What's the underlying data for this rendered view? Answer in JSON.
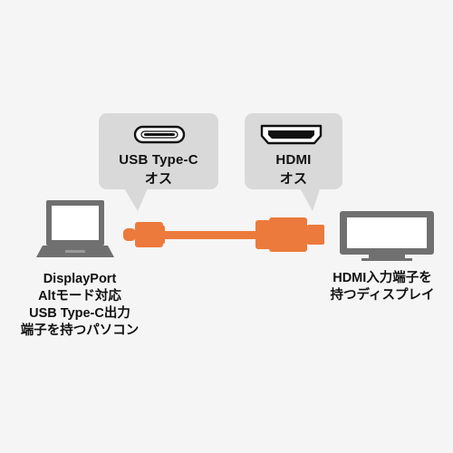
{
  "connectors": {
    "left": {
      "name": "USB Type-C",
      "gender": "オス",
      "icon": "usb-type-c-port-icon"
    },
    "right": {
      "name": "HDMI",
      "gender": "オス",
      "icon": "hdmi-port-icon"
    }
  },
  "devices": {
    "source": {
      "icon": "laptop-icon",
      "lines": [
        "DisplayPort",
        "Altモード対応",
        "USB Type-C出力",
        "端子を持つパソコン"
      ]
    },
    "sink": {
      "icon": "monitor-icon",
      "lines": [
        "HDMI入力端子を",
        "持つディスプレイ"
      ]
    }
  },
  "colors": {
    "bubble": "#d9d9d9",
    "cable": "#ec7a3c",
    "device_gray": "#707070",
    "background": "#f5f5f5"
  }
}
